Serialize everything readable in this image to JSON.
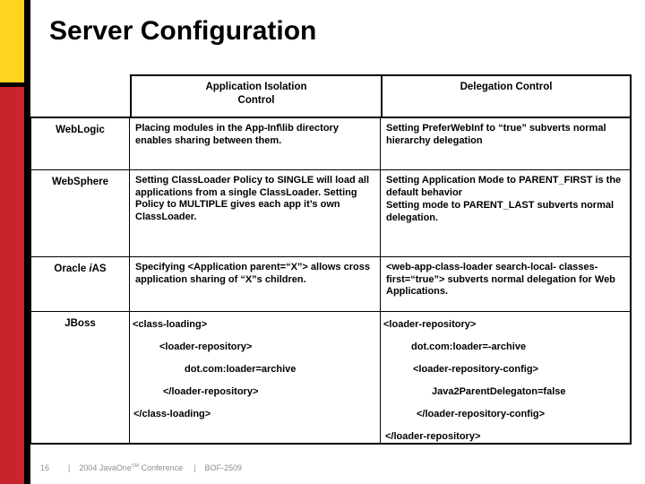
{
  "slide": {
    "title": "Server Configuration",
    "accent_colors": {
      "yellow": "#FFD420",
      "red": "#C8242C",
      "bar": "#000000"
    },
    "table": {
      "headers": {
        "isolation_line1": "Application Isolation",
        "isolation_line2": "Control",
        "delegation": "Delegation Control"
      },
      "rows": [
        {
          "server": "WebLogic",
          "isolation": "Placing modules in the App-Inf\\lib directory enables sharing between them.",
          "delegation": "Setting PreferWebInf to “true” subverts normal hierarchy delegation"
        },
        {
          "server": "WebSphere",
          "isolation": "Setting ClassLoader Policy to SINGLE will load all applications from a single ClassLoader. Setting Policy to MULTIPLE gives each app it’s own ClassLoader.",
          "delegation_p1": "Setting Application Mode to PARENT_FIRST is the default behavior",
          "delegation_p2": "Setting mode to PARENT_LAST subverts normal delegation."
        },
        {
          "server_pre": "Oracle ",
          "server_italic": "i",
          "server_post": "AS",
          "isolation": "Specifying <Application parent=“X”> allows cross application sharing of “X”s children.",
          "delegation": "<web-app-class-loader search-local- classes-first=“true”> subverts normal delegation for Web Applications."
        },
        {
          "server": "JBoss",
          "isolation_lines": [
            "<class-loading>",
            "<loader-repository>",
            "dot.com:loader=archive",
            "</loader-repository>",
            "</class-loading>"
          ],
          "delegation_lines": [
            "<loader-repository>",
            "dot.com:loader=-archive",
            "<loader-repository-config>",
            "Java2ParentDelegaton=false",
            "</loader-repository-config>",
            "</loader-repository>"
          ]
        }
      ]
    },
    "footer": {
      "page_number": "16",
      "separator": "|",
      "conference_pre": "2004 JavaOne",
      "conference_sm": "SM",
      "conference_post": " Conference",
      "session": "BOF-2509"
    }
  }
}
